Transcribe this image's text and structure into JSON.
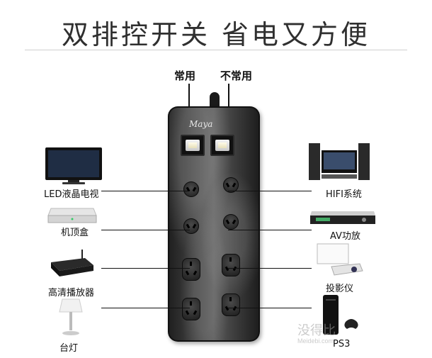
{
  "title": "双排控开关 省电又方便",
  "switch_labels": {
    "common": "常用",
    "uncommon": "不常用"
  },
  "brand": "Maya",
  "devices_left": [
    "LED液晶电视",
    "机顶盒",
    "高清播放器",
    "台灯"
  ],
  "devices_right": [
    "HIFI系统",
    "AV功放",
    "投影仪",
    "PS3"
  ],
  "icons": {
    "tv": "tv-icon",
    "set_top_box": "set-top-box-icon",
    "media_player": "media-player-icon",
    "lamp": "lamp-icon",
    "hifi": "hifi-icon",
    "av_amp": "av-amplifier-icon",
    "projector": "projector-icon",
    "ps3": "ps3-console-icon"
  },
  "watermark": {
    "text": "没得比",
    "sub": "Meidebi.com"
  },
  "colors": {
    "strip": "#3a3a3a",
    "text": "#111111",
    "title": "#2f2f2f"
  }
}
